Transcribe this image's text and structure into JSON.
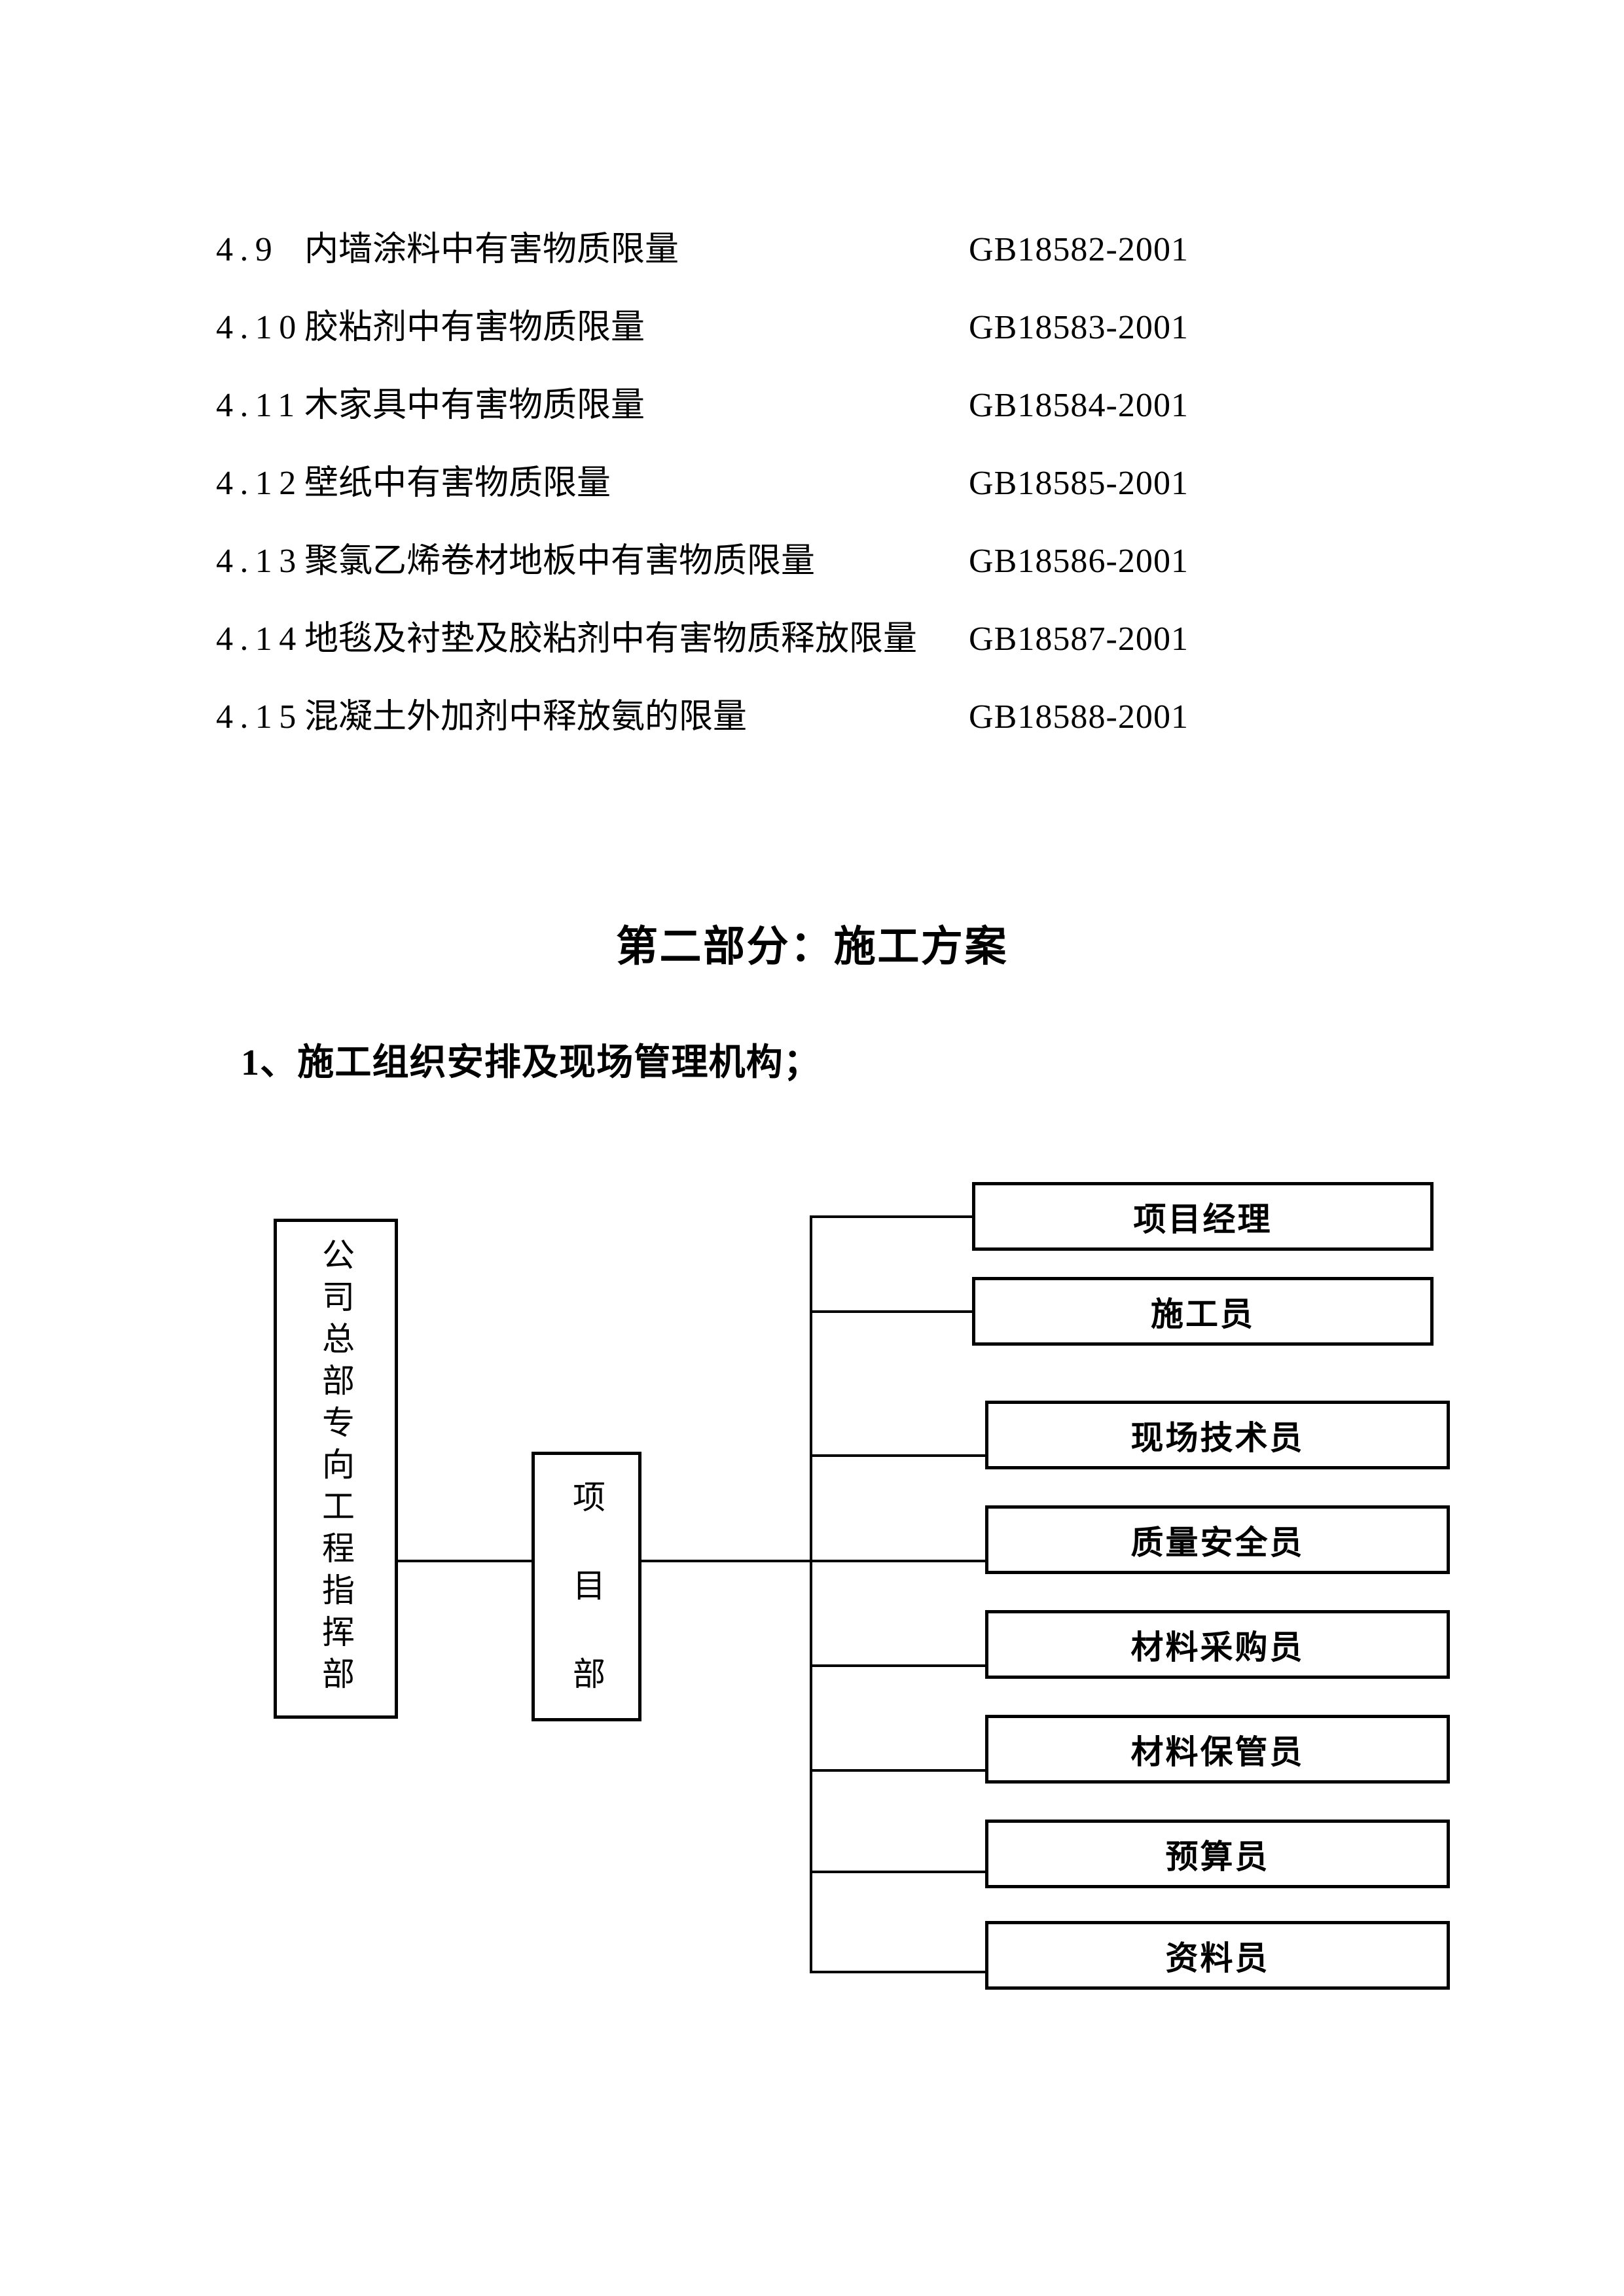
{
  "colors": {
    "ink": "#000000",
    "background": "#ffffff"
  },
  "standards_list": {
    "items": [
      {
        "num": "4.9",
        "title": "内墙涂料中有害物质限量",
        "code": "GB18582-2001"
      },
      {
        "num": "4.10",
        "title": "胶粘剂中有害物质限量",
        "code": "GB18583-2001"
      },
      {
        "num": "4.11",
        "title": "木家具中有害物质限量",
        "code": "GB18584-2001"
      },
      {
        "num": "4.12",
        "title": "壁纸中有害物质限量",
        "code": "GB18585-2001"
      },
      {
        "num": "4.13",
        "title": "聚氯乙烯卷材地板中有害物质限量",
        "code": "GB18586-2001"
      },
      {
        "num": "4.14",
        "title": "地毯及衬垫及胶粘剂中有害物质释放限量",
        "code": "GB18587-2001"
      },
      {
        "num": "4.15",
        "title": "混凝土外加剂中释放氨的限量",
        "code": "GB18588-2001"
      }
    ]
  },
  "section": {
    "heading": "第二部分：施工方案",
    "subheading": "1、施工组织安排及现场管理机构；"
  },
  "org_chart": {
    "root": "公司总部专向工程指挥部",
    "middle": "项目部",
    "roles": [
      "项目经理",
      "施工员",
      "现场技术员",
      "质量安全员",
      "材料采购员",
      "材料保管员",
      "预算员",
      "资料员"
    ]
  }
}
